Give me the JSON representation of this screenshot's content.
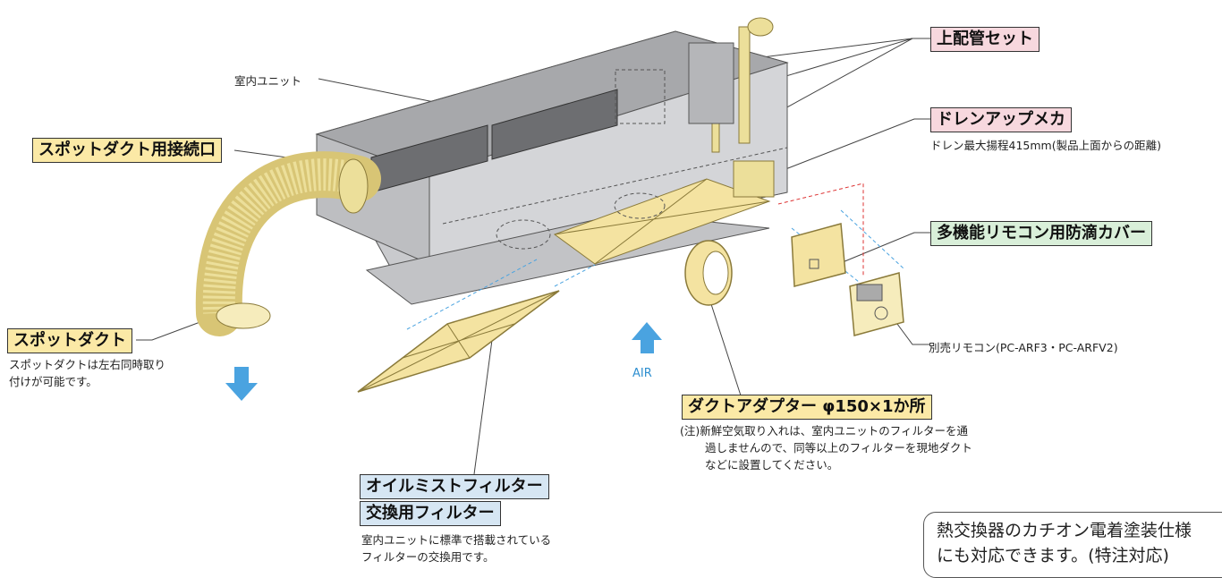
{
  "labels": {
    "indoor_unit": "室内ユニット",
    "upper_piping": "上配管セット",
    "drain_up": "ドレンアップメカ",
    "drain_note": "ドレン最大揚程415mm(製品上面からの距離)",
    "spot_duct_port": "スポットダクト用接続口",
    "remote_cover": "多機能リモコン用防滴カバー",
    "remote_sold": "別売リモコン(PC-ARF3・PC-ARFV2)",
    "spot_duct": "スポットダクト",
    "spot_duct_note1": "スポットダクトは左右同時取り",
    "spot_duct_note2": "付けが可能です。",
    "air": "AIR",
    "duct_adapter": "ダクトアダプター φ150×1か所",
    "adapter_note1": "(注)新鮮空気取り入れは、室内ユニットのフィルターを通",
    "adapter_note2": "過しませんので、同等以上のフィルターを現地ダクト",
    "adapter_note3": "などに設置してください。",
    "oil_filter1": "オイルミストフィルター",
    "oil_filter2": "交換用フィルター",
    "oil_note1": "室内ユニットに標準で搭載されている",
    "oil_note2": "フィルターの交換用です。",
    "bubble1": "熱交換器のカチオン電着塗装仕様",
    "bubble2": "にも対応できます。(特注対応)"
  },
  "colors": {
    "label_yellow": "#fbe9a6",
    "label_pink": "#f7d8de",
    "label_green": "#d9efd9",
    "label_blue": "#d6e6f3",
    "unit_gray": "#a8a9ac",
    "filter_yellow": "#f4e3a1",
    "arrow_blue": "#4aa3e0"
  }
}
